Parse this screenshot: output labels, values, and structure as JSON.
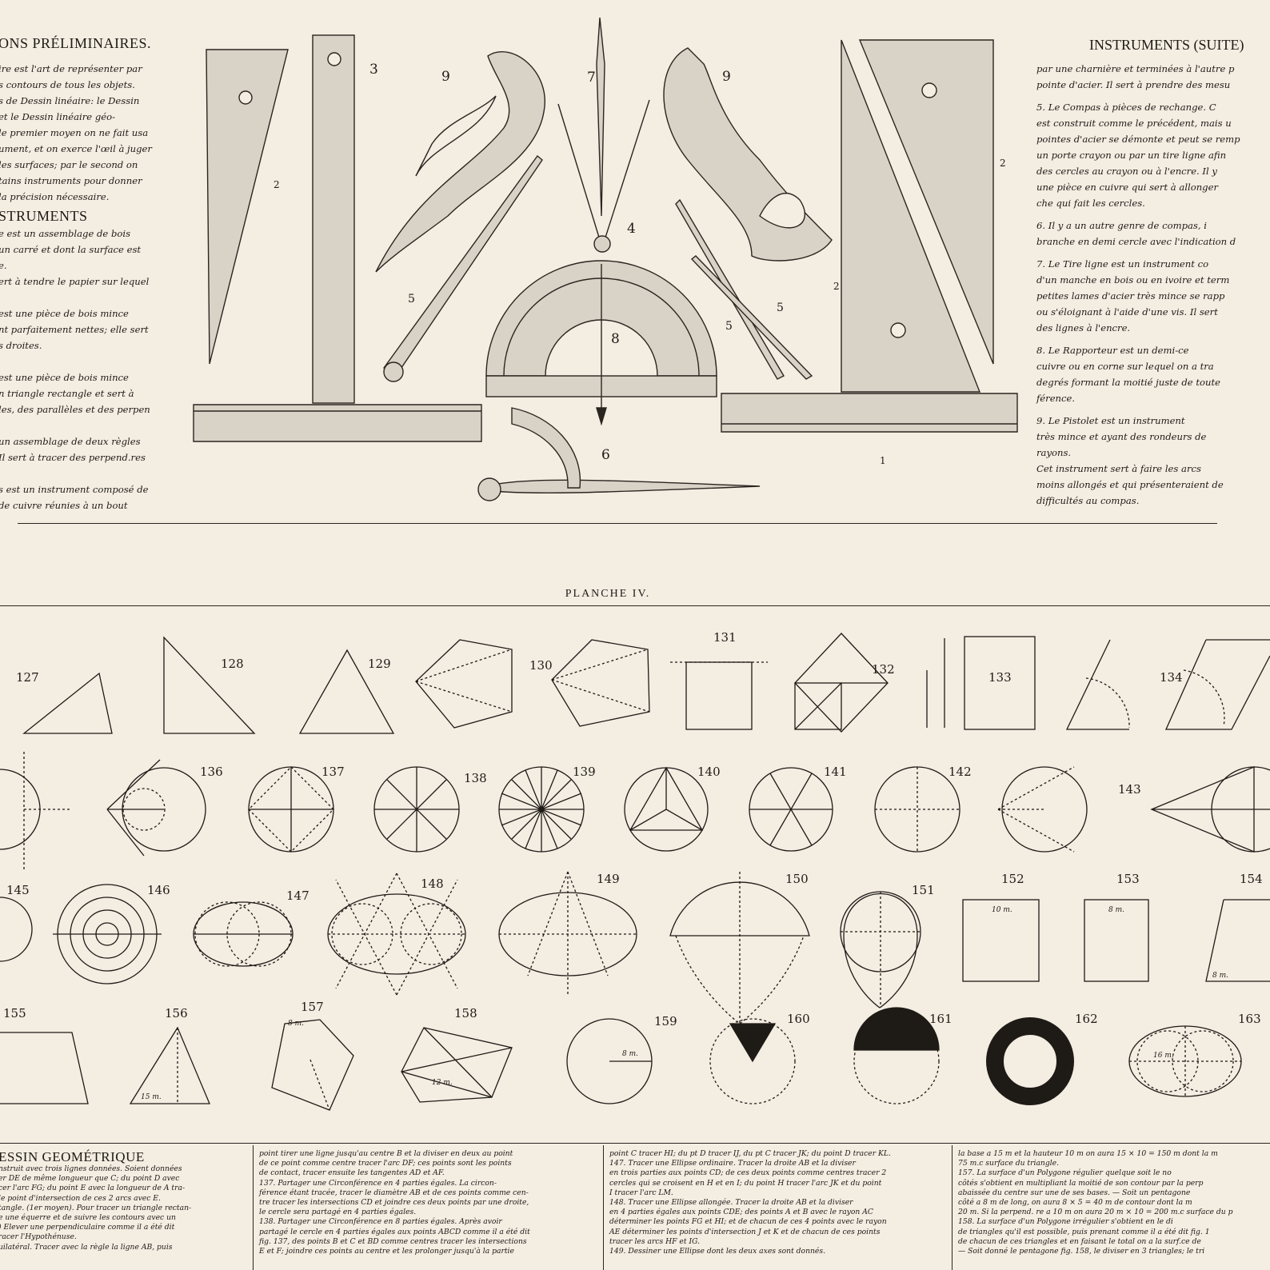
{
  "left_column": {
    "heading": "ONS PRÉLIMINAIRES.",
    "lines": [
      "ire est l'art de représenter par",
      "s contours de tous les objets.",
      "s de Dessin linéaire: le Dessin",
      "et le Dessin linéaire géo-",
      "le premier moyen on ne fait usa",
      "ument, et on exerce l'œil à juger",
      "les surfaces; par le second on",
      "tains instruments pour donner",
      "la précision nécessaire."
    ],
    "subheading": "STRUMENTS",
    "lines2": [
      "e  est un assemblage de bois",
      "un carré et dont la surface est",
      "e.",
      "ert à tendre le papier sur lequel",
      "",
      "est une pièce de bois mince",
      "nt parfaitement nettes; elle sert",
      "s droites.",
      "",
      "est une pièce de bois mince",
      "n triangle rectangle et sert à",
      "les, des parallèles et des perpen",
      "",
      "un assemblage de deux règles",
      "Il sert à tracer des perpend.res",
      "",
      "s est un instrument composé de",
      "de cuivre réunies à un bout"
    ]
  },
  "right_column": {
    "heading": "INSTRUMENTS (SUITE)",
    "paragraphs": [
      [
        "par une charnière et terminées à l'autre p",
        "pointe d'acier. Il sert à prendre des mesu"
      ],
      [
        "5. Le Compas à pièces de rechange. C",
        "est construit comme le précédent, mais u",
        "pointes d'acier se démonte et peut se remp",
        "un porte crayon ou par un tire ligne afin",
        "des cercles au crayon ou à l'encre. Il y",
        "une pièce en cuivre qui sert à allonger",
        "che qui fait les cercles."
      ],
      [
        "6. Il y a un autre genre de compas, i",
        "branche en demi cercle avec l'indication d"
      ],
      [
        "7. Le Tire ligne est un instrument co",
        "d'un manche en bois ou en ivoire et term",
        "petites lames d'acier très mince se rapp",
        "ou s'éloignant à l'aide d'une vis. Il sert",
        "des lignes à l'encre."
      ],
      [
        "8. Le Rapporteur est un demi-ce",
        "cuivre ou en corne sur lequel on a tra",
        "degrés formant la moitié juste de toute",
        "férence."
      ],
      [
        "9. Le Pistolet est un instrument",
        "très mince et ayant des rondeurs de",
        "rayons.",
        "Cet instrument sert à faire les arcs",
        "moins allongés et qui présenteraient de",
        "difficultés au compas."
      ]
    ]
  },
  "instrument_labels": {
    "n3": "3",
    "n9a": "9",
    "n7": "7",
    "n9b": "9",
    "n2a": "2",
    "n2b": "2",
    "n2c": "2",
    "n4": "4",
    "n5a": "5",
    "n5b": "5",
    "n5c": "5",
    "n8": "8",
    "n6": "6",
    "n1": "1"
  },
  "planche_title": "PLANCHE IV.",
  "figure_numbers": {
    "f127": "127",
    "f128": "128",
    "f129": "129",
    "f130": "130",
    "f131": "131",
    "f132": "132",
    "f133": "133",
    "f134": "134",
    "f136": "136",
    "f137": "137",
    "f138": "138",
    "f139": "139",
    "f140": "140",
    "f141": "141",
    "f142": "142",
    "f143": "143",
    "f145": "145",
    "f146": "146",
    "f147": "147",
    "f148": "148",
    "f149": "149",
    "f150": "150",
    "f151": "151",
    "f152": "152",
    "f153": "153",
    "f154": "154",
    "f155": "155",
    "f156": "156",
    "f157": "157",
    "f158": "158",
    "f159": "159",
    "f160": "160",
    "f161": "161",
    "f162": "162",
    "f163": "163"
  },
  "measures": {
    "m10": "10 m.",
    "m8": "8 m.",
    "m15": "15 m.",
    "m16": "16 m.",
    "m12": "12 m."
  },
  "bottom": {
    "title": "ESSIN GEOMÉTRIQUE",
    "col1": [
      "nstruit avec trois lignes données. Soient données",
      "er DE de même longueur que C; du point D avec",
      "cer l'arc FG; du point E avec la longueur de A tra-",
      "le point d'intersection de ces 2 arcs avec E.",
      "tangle. (1er moyen). Pour tracer un triangle rectan-",
      "e une équerre et de suivre les contours avec un",
      ") Elever une perpendiculaire comme il a été dit",
      "racer l'Hypothénuse.",
      "uilatéral. Tracer avec la règle la ligne AB, puis"
    ],
    "col2": [
      "point tirer une ligne jusqu'au centre B et la diviser en deux au point",
      "de ce point comme centre tracer l'arc DF; ces points sont les points",
      "de contact, tracer ensuite les tangentes AD et AF.",
      "137. Partager une Circonférence en 4 parties égales. La circon-",
      "férence étant tracée, tracer le diamètre AB et de ces points comme cen-",
      "tre tracer les intersections CD et joindre ces deux points par une droite,",
      "le cercle sera partagé en 4 parties égales.",
      "138. Partager une Circonférence en 8 parties égales. Après avoir",
      "partagé le cercle en 4 parties égales aux points ABCD comme il a été dit",
      "fig. 137, des points B et C et BD comme centres tracer les intersections",
      "E et F; joindre ces points au centre et les prolonger jusqu'à la partie"
    ],
    "col3": [
      "point C tracer HI; du pt D tracer IJ, du pt C tracer JK; du point D tracer KL.",
      "147. Tracer une Ellipse ordinaire. Tracer la droite AB et la diviser",
      "en trois parties aux points CD; de ces deux points comme centres tracer 2",
      "cercles qui se croisent en H et en I; du point H tracer l'arc JK et du point",
      "I tracer l'arc LM.",
      "148. Tracer une Ellipse allongée. Tracer la droite AB et la diviser",
      "en 4 parties égales aux points CDE; des points A et B avec le rayon AC",
      "déterminer les points FG et HI; et de chacun de ces 4 points avec le rayon",
      "AE déterminer les points d'intersection J et K et de chacun de ces points",
      "tracer les arcs HF et IG.",
      "149. Dessiner une Ellipse dont les deux axes sont donnés."
    ],
    "col4": [
      "la base a 15 m et la hauteur 10 m on aura 15 × 10 = 150 m dont la m",
      "75 m.c surface du triangle.",
      "157. La surface d'un Polygone régulier quelque soit le no",
      "côtés s'obtient en multipliant la moitié de son contour par la perp",
      "abaissée du centre sur une de ses bases. — Soit un pentagone",
      "côté a 8 m de long, on aura 8 × 5 = 40 m de contour dont la m",
      "20 m. Si la perpend. re a 10 m on aura 20 m × 10 = 200 m.c surface du p",
      "158. La surface d'un Polygone irrégulier s'obtient en le di",
      "de triangles qu'il est possible, puis prenant comme il a été dit fig. 1",
      "de chacun de ces triangles et en faisant le total on a la surf.ce de",
      "— Soit donné le pentagone fig. 158, le diviser en 3 triangles; le tri"
    ]
  },
  "colors": {
    "paper": "#f3ede2",
    "ink": "#1e1a16",
    "wood": "#d9d3c7"
  }
}
